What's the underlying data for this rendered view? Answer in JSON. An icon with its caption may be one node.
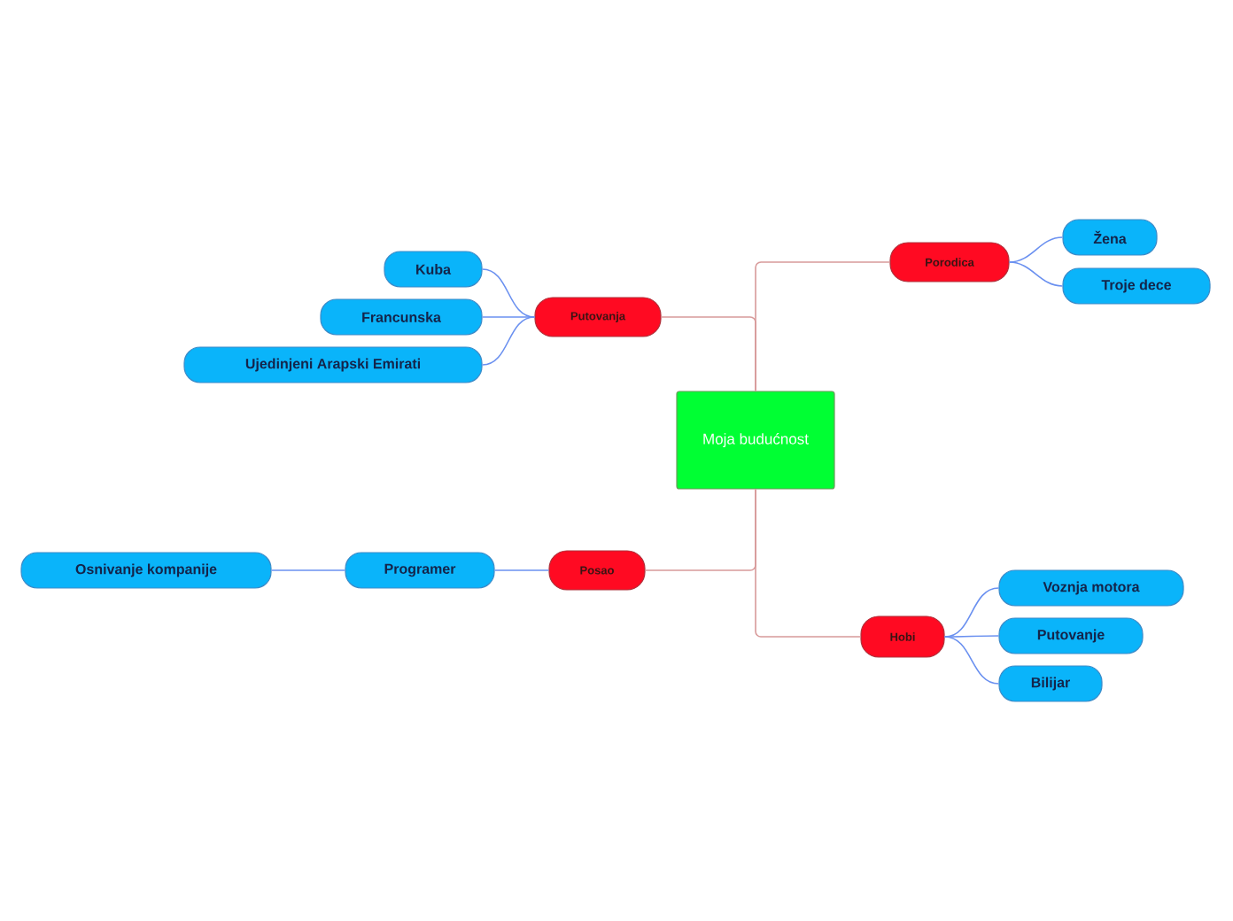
{
  "diagram": {
    "nodes": [
      {
        "text": [
          "Moja budućnost"
        ]
      },
      {
        "text": [
          "Porodica"
        ]
      },
      {
        "text": [
          "Žena"
        ]
      },
      {
        "text": [
          "Troje dece"
        ]
      },
      {
        "text": [
          "Putovanja"
        ]
      },
      {
        "text": [
          "Kuba"
        ]
      },
      {
        "text": [
          "Francunska"
        ]
      },
      {
        "text": [
          "Ujedinjeni Arapski Emirati"
        ]
      },
      {
        "text": [
          "Posao"
        ]
      },
      {
        "text": [
          "Programer"
        ]
      },
      {
        "text": [
          "Osnivanje kompanije"
        ]
      },
      {
        "text": [
          "Hobi"
        ]
      },
      {
        "text": [
          "Voznja motora"
        ]
      },
      {
        "text": [
          "Putovanje"
        ]
      },
      {
        "text": [
          "Bilijar"
        ]
      }
    ],
    "edges": [
      {
        "from": 0,
        "to": 1,
        "arrow": "none",
        "color": "#d89a9a"
      },
      {
        "from": 1,
        "to": 2,
        "arrow": "none"
      },
      {
        "from": 1,
        "to": 3,
        "arrow": "none"
      },
      {
        "from": 0,
        "to": 4,
        "arrow": "none",
        "color": "#d89a9a"
      },
      {
        "from": 4,
        "to": 5,
        "arrow": "none"
      },
      {
        "from": 4,
        "to": 6,
        "arrow": "none"
      },
      {
        "from": 4,
        "to": 7,
        "arrow": "none"
      },
      {
        "from": 0,
        "to": 8,
        "arrow": "none",
        "color": "#d89a9a"
      },
      {
        "from": 8,
        "to": 9,
        "arrow": "none"
      },
      {
        "from": 9,
        "to": 10,
        "arrow": "none"
      },
      {
        "from": 0,
        "to": 11,
        "arrow": "none",
        "color": "#d89a9a"
      },
      {
        "from": 11,
        "to": 12,
        "arrow": "none"
      },
      {
        "from": 11,
        "to": 13,
        "arrow": "none"
      },
      {
        "from": 11,
        "to": 14,
        "arrow": "none"
      }
    ]
  }
}
